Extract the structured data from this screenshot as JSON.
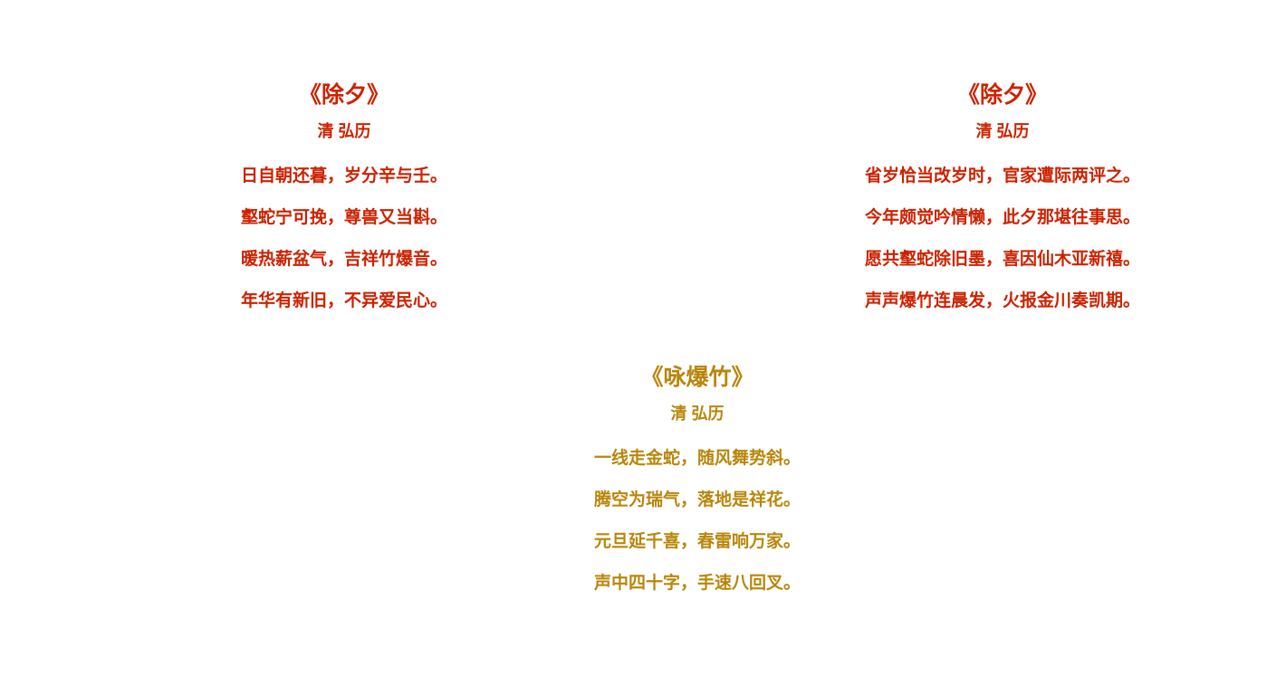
{
  "page": {
    "background_color": "#ffffff"
  },
  "poems": [
    {
      "title": "《除夕》",
      "author": "清 弘历",
      "color": "#cc2200",
      "lines": [
        "日自朝还暮，岁分辛与壬。",
        "壑蛇宁可挽，尊兽又当斟。",
        "暖热薪盆气，吉祥竹爆音。",
        "年华有新旧，不异爱民心。"
      ]
    },
    {
      "title": "《除夕》",
      "author": "清 弘历",
      "color": "#cc2200",
      "lines": [
        "省岁恰当改岁时，官家遭际两评之。",
        "今年颇觉吟情懒，此夕那堪往事思。",
        "愿共壑蛇除旧墨，喜因仙木亚新禧。",
        "声声爆竹连晨发，火报金川奏凯期。"
      ]
    },
    {
      "title": "《咏爆竹》",
      "author": "清 弘历",
      "color": "#b8860b",
      "lines": [
        "一线走金蛇，随风舞势斜。",
        "腾空为瑞气，落地是祥花。",
        "元旦延千喜，春雷响万家。",
        "声中四十字，手速八回叉。"
      ]
    }
  ]
}
